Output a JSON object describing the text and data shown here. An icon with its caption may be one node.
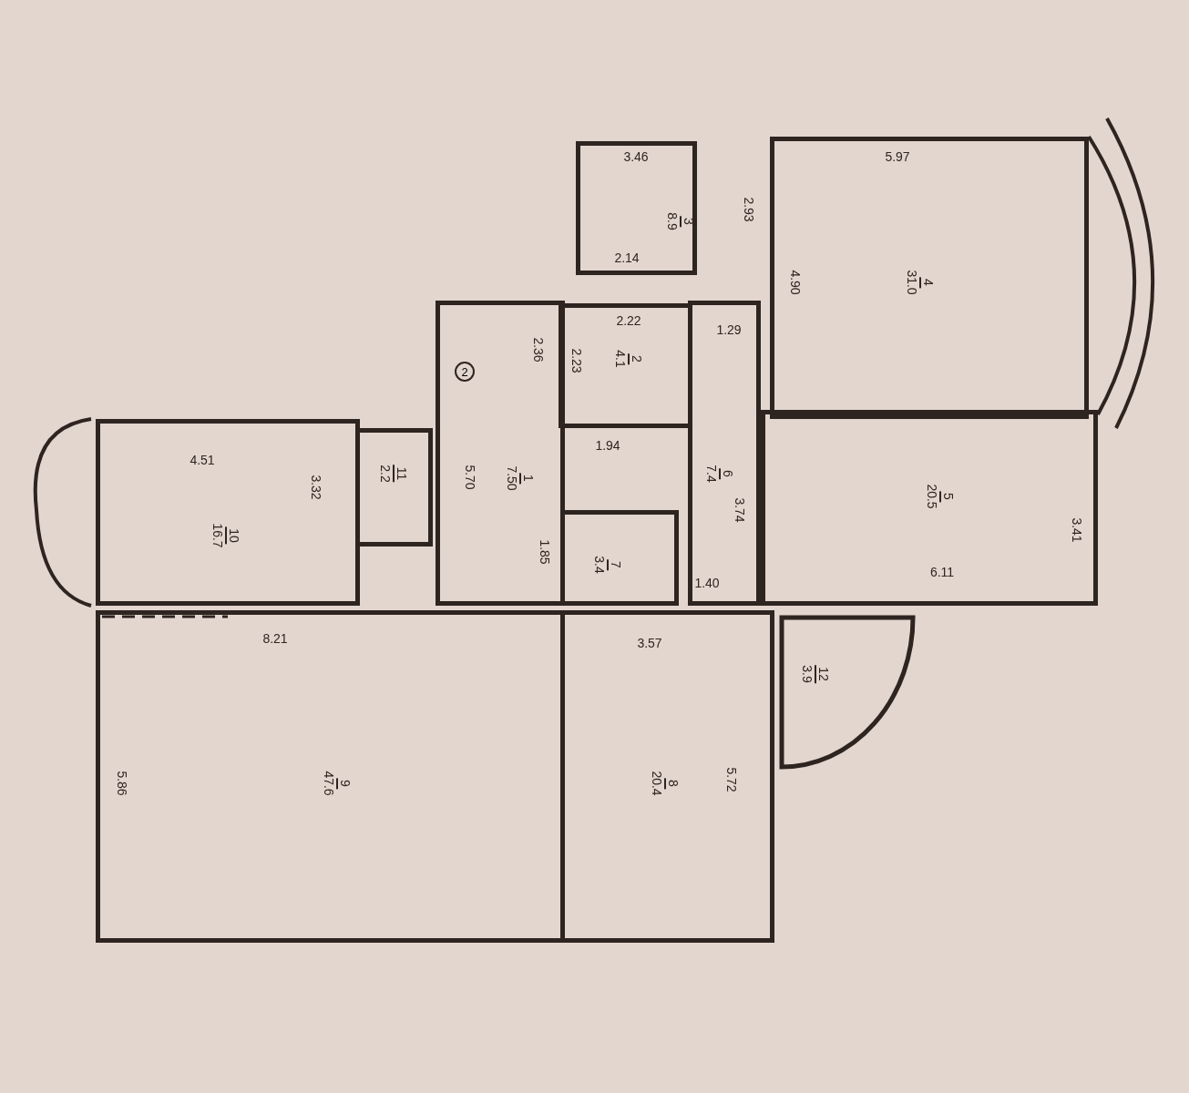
{
  "diagram": {
    "nodes": [
      {
        "text": [
          "1",
          "7.50"
        ]
      },
      {
        "text": [
          "2",
          "4.1"
        ]
      },
      {
        "text": [
          "3",
          "8.9"
        ]
      },
      {
        "text": [
          "4",
          "31.0"
        ]
      },
      {
        "text": [
          "5",
          "20.5"
        ]
      },
      {
        "text": [
          "6",
          "7.4"
        ]
      },
      {
        "text": [
          "7",
          "3.4"
        ]
      },
      {
        "text": [
          "8",
          "20.4"
        ]
      },
      {
        "text": [
          "9",
          "47.6"
        ]
      },
      {
        "text": [
          "10",
          "16.7"
        ]
      },
      {
        "text": [
          "11",
          "2.2"
        ]
      },
      {
        "text": [
          "12",
          "3.9"
        ]
      },
      {
        "text": [
          "2"
        ],
        "in": 0
      }
    ],
    "edges": [],
    "labels": [
      "3.46",
      "2.93",
      "2.14",
      "5.97",
      "4.90",
      "2.22",
      "2.23",
      "1.29",
      "2.36",
      "1.94",
      "4.51",
      "3.32",
      "5.70",
      "1.85",
      "1.40",
      "3.74",
      "3.41",
      "6.11",
      "8.21",
      "3.57",
      "5.86",
      "5.72"
    ]
  }
}
